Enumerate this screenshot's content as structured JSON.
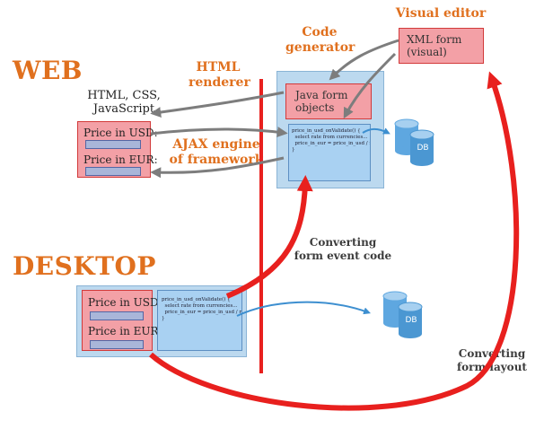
{
  "platforms": {
    "web": "WEB",
    "desktop": "DESKTOP"
  },
  "labels": {
    "visual_editor": "Visual editor",
    "code_generator_line1": "Code",
    "code_generator_line2": "generator",
    "html_renderer_line1": "HTML",
    "html_renderer_line2": "renderer",
    "html_css_js_line1": "HTML, CSS,",
    "html_css_js_line2": "JavaScript",
    "ajax_line1": "AJAX engine",
    "ajax_line2": "of framework",
    "converting_event_line1": "Converting",
    "converting_event_line2": "form event code",
    "converting_layout_line1": "Converting",
    "converting_layout_line2": "form layout"
  },
  "xml_form": {
    "line1": "XML form",
    "line2": "(visual)"
  },
  "java_form": {
    "line1": "Java form",
    "line2": "objects"
  },
  "fields": {
    "usd": "Price in USD:",
    "eur": "Price in EUR:"
  },
  "code": {
    "line1": "price_in_usd_onValidate() {",
    "line2": "  select rate from currencies...",
    "line3": "  price_in_eur = price_in_usd / rate;",
    "line4": "}"
  },
  "db": {
    "label": "DB"
  },
  "colors": {
    "orange": "#e0701e",
    "red": "#e8201e",
    "gray_arrow": "#7d7d7d",
    "blue_arrow": "#3d8fd0",
    "db_blue": "#5ea7e0"
  }
}
